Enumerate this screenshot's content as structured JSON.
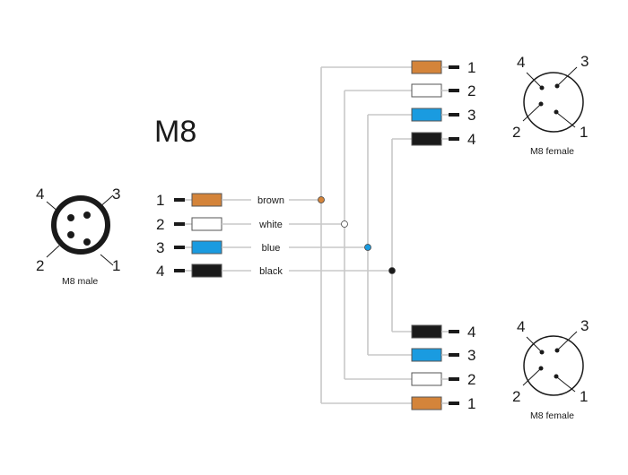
{
  "title": "M8",
  "colors": {
    "brown": "#d4843a",
    "white": "#ffffff",
    "blue": "#1a9be0",
    "black": "#1a1a1a",
    "wire": "#c8c8c8"
  },
  "left_pins": [
    {
      "num": "1",
      "color_key": "brown",
      "label": "brown"
    },
    {
      "num": "2",
      "color_key": "white",
      "label": "white"
    },
    {
      "num": "3",
      "color_key": "blue",
      "label": "blue"
    },
    {
      "num": "4",
      "color_key": "black",
      "label": "black"
    }
  ],
  "top_pins": [
    {
      "num": "1",
      "color_key": "brown"
    },
    {
      "num": "2",
      "color_key": "white"
    },
    {
      "num": "3",
      "color_key": "blue"
    },
    {
      "num": "4",
      "color_key": "black"
    }
  ],
  "bottom_pins": [
    {
      "num": "4",
      "color_key": "black"
    },
    {
      "num": "3",
      "color_key": "blue"
    },
    {
      "num": "2",
      "color_key": "white"
    },
    {
      "num": "1",
      "color_key": "brown"
    }
  ],
  "connectors": {
    "male": {
      "caption": "M8 male",
      "pins": [
        "1",
        "2",
        "3",
        "4"
      ]
    },
    "female_top": {
      "caption": "M8 female",
      "pins": [
        "1",
        "2",
        "3",
        "4"
      ]
    },
    "female_bottom": {
      "caption": "M8 female",
      "pins": [
        "1",
        "2",
        "3",
        "4"
      ]
    }
  }
}
